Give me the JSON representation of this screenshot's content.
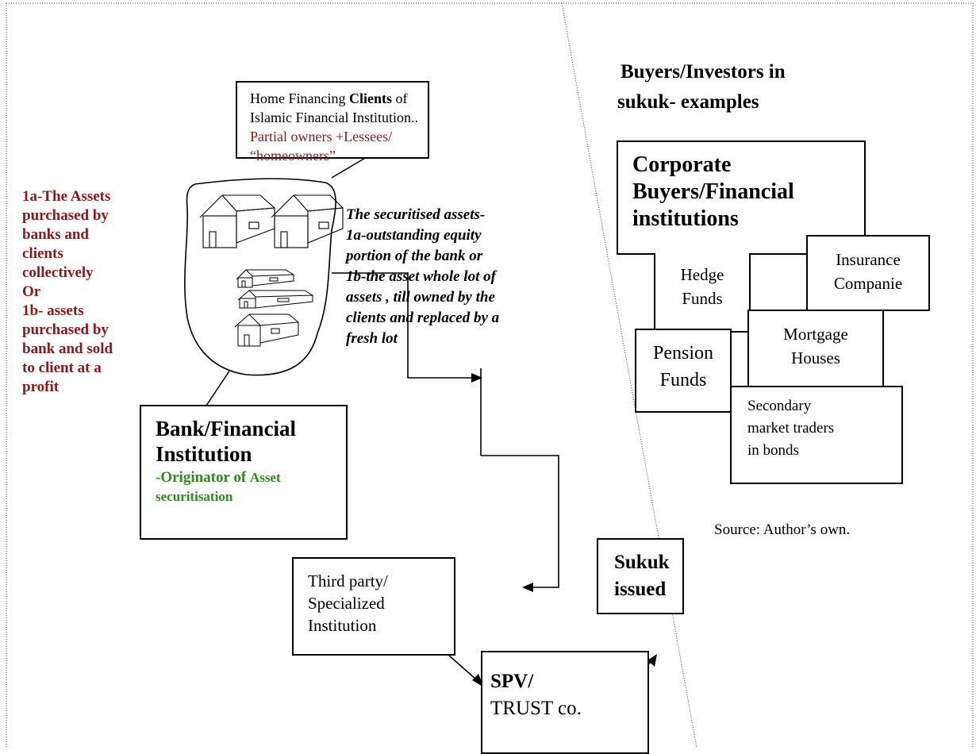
{
  "clients_box": {
    "line1_pre": "Home Financing ",
    "line1_bold": "Clients",
    "line1_post": " of",
    "line2": "Islamic Financial Institution..",
    "line3": "Partial owners +Lessees/",
    "line4": "“homeowners”"
  },
  "left_note": {
    "lines": [
      "1a-The Assets",
      "purchased by",
      "banks  and",
      "clients",
      "collectively",
      "Or",
      "1b- assets",
      "purchased by",
      "bank and sold",
      "to client at a",
      "profit"
    ]
  },
  "securitised_note": {
    "lines": [
      "The securitised assets-",
      "1a-outstanding equity",
      "portion of the bank  or",
      "1b-the asset whole lot of",
      "assets , till owned by the",
      "clients and replaced by a",
      "fresh lot"
    ]
  },
  "bank_box": {
    "title1": "Bank/Financial",
    "title2": "Institution",
    "sub1": "-Originator of ",
    "sub1b": "Asset",
    "sub2": "securitisation"
  },
  "third_party_box": {
    "lines": [
      "Third party/",
      "Specialized",
      "Institution"
    ]
  },
  "spv_box": {
    "line1": "SPV/",
    "line2": "TRUST co."
  },
  "sukuk_box": {
    "line1": "Sukuk",
    "line2": "issued"
  },
  "buyers_heading": {
    "line1": "Buyers/Investors in",
    "line2": "sukuk- examples"
  },
  "corporate_box": {
    "lines": [
      "Corporate",
      "Buyers/Financial",
      "institutions"
    ]
  },
  "hedge_box": {
    "lines": [
      "Hedge",
      "Funds"
    ]
  },
  "insurance_box": {
    "lines": [
      "Insurance",
      "Companie"
    ]
  },
  "mortgage_box": {
    "lines": [
      "Mortgage",
      "Houses"
    ]
  },
  "pension_box": {
    "lines": [
      "Pension",
      "Funds"
    ]
  },
  "secondary_box": {
    "lines": [
      "Secondary",
      "market traders",
      "in bonds"
    ]
  },
  "source_note": "Source: Author’s own."
}
